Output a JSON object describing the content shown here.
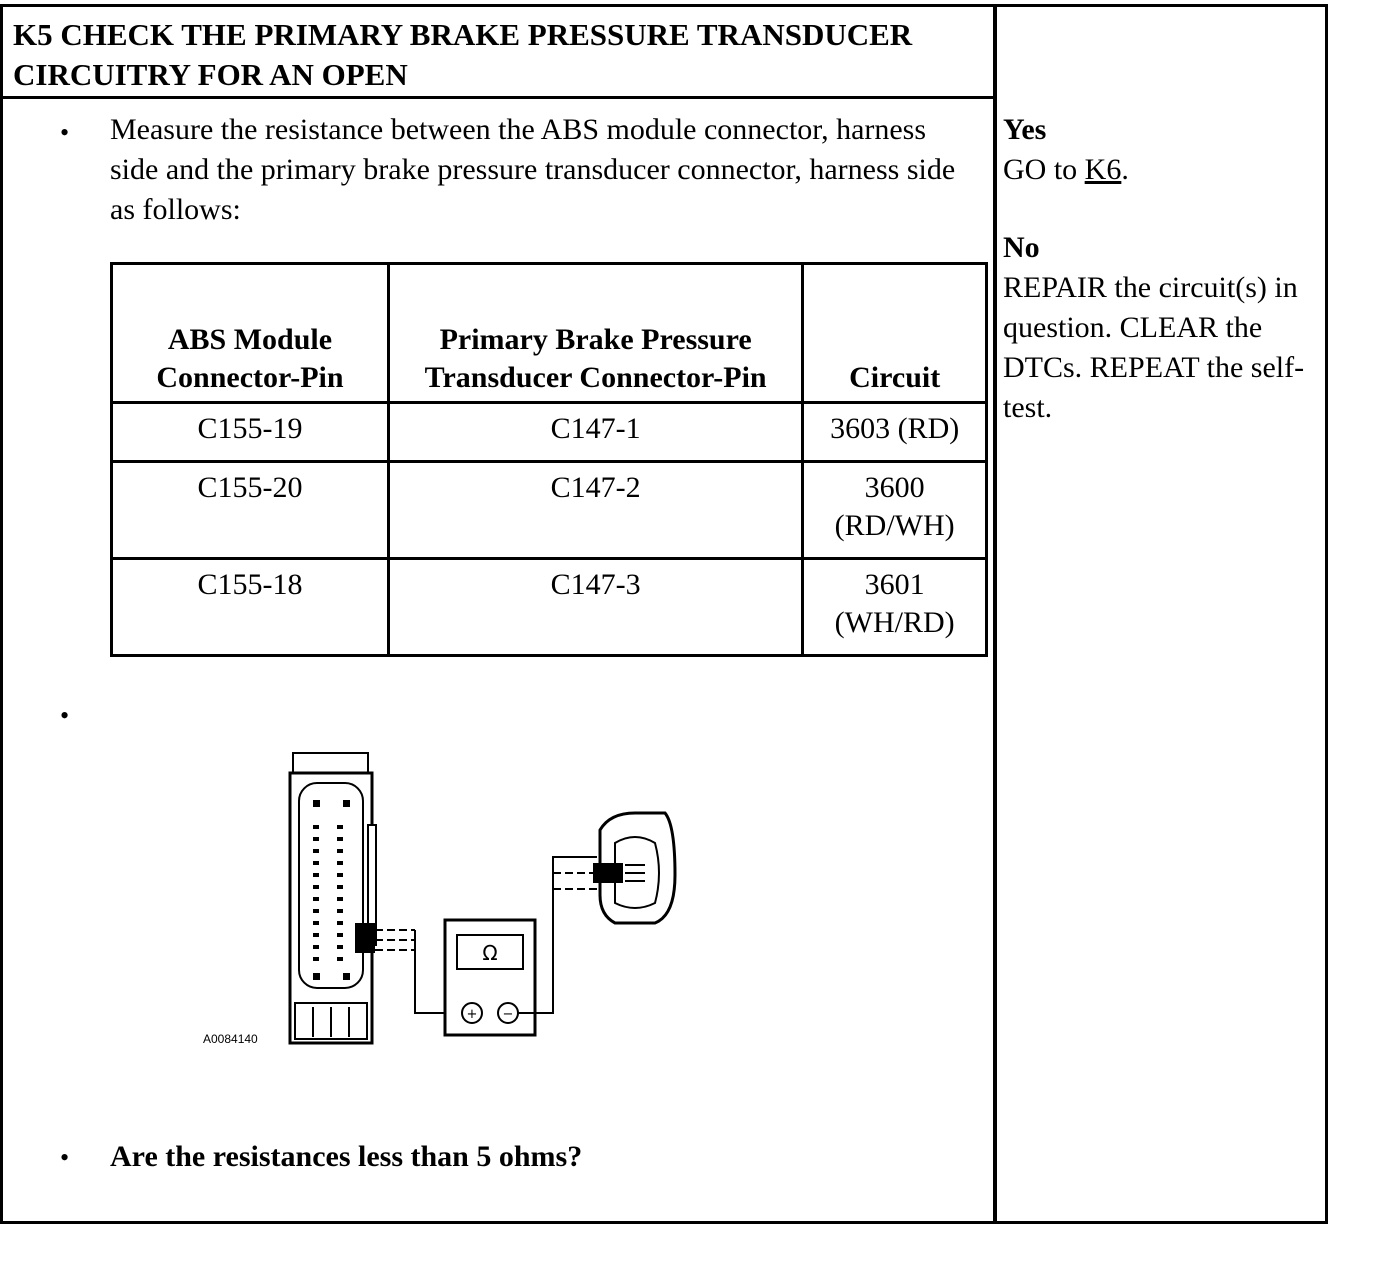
{
  "header": {
    "title": "K5 CHECK THE PRIMARY BRAKE PRESSURE TRANSDUCER CIRCUITRY FOR AN OPEN"
  },
  "steps": {
    "measure_text": "Measure the resistance between the ABS module connector, harness side and the primary brake pressure transducer connector, harness side as follows:",
    "question": "Are the resistances less than 5 ohms?"
  },
  "table": {
    "headers": [
      "ABS Module Connector-Pin",
      "Primary Brake Pressure Transducer Connector-Pin",
      "Circuit"
    ],
    "rows": [
      [
        "C155-19",
        "C147-1",
        "3603 (RD)"
      ],
      [
        "C155-20",
        "C147-2",
        "3600 (RD/WH)"
      ],
      [
        "C155-18",
        "C147-3",
        "3601 (WH/RD)"
      ]
    ]
  },
  "figure": {
    "id": "A0084140",
    "meter_symbol": "Ω",
    "plus": "+",
    "minus": "−"
  },
  "result": {
    "yes_label": "Yes",
    "yes_prefix": "GO to",
    "yes_link": "K6",
    "yes_suffix": ".",
    "no_label": "No",
    "no_text": "REPAIR the circuit(s) in question. CLEAR the DTCs. REPEAT the self-test."
  }
}
